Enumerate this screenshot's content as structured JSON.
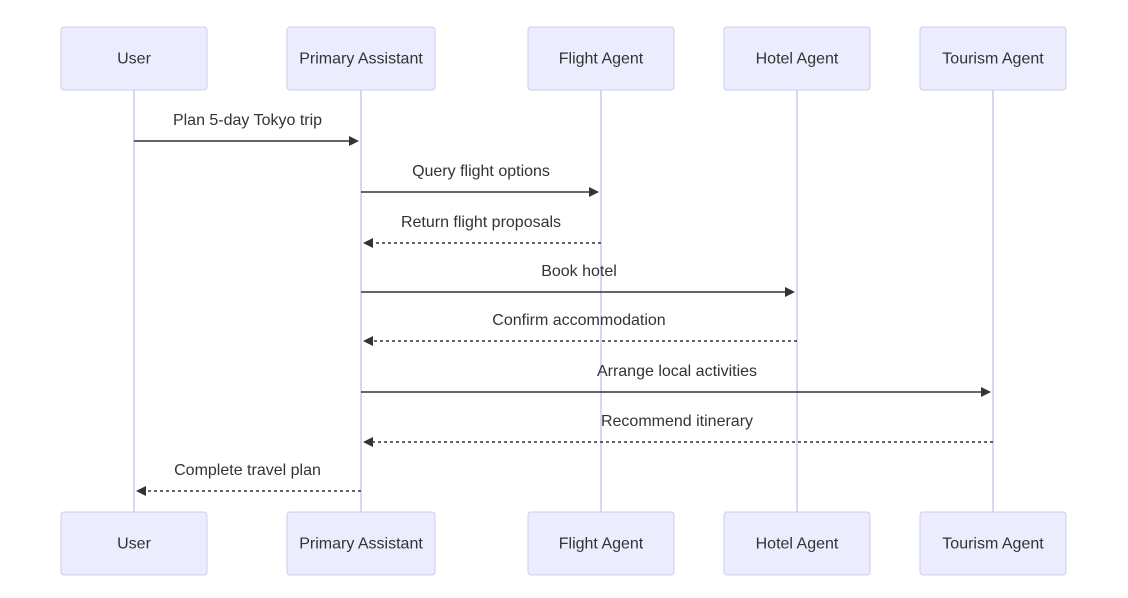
{
  "diagram": {
    "type": "sequence",
    "participants": [
      {
        "id": "user",
        "label": "User"
      },
      {
        "id": "primary",
        "label": "Primary Assistant"
      },
      {
        "id": "flight",
        "label": "Flight Agent"
      },
      {
        "id": "hotel",
        "label": "Hotel Agent"
      },
      {
        "id": "tourism",
        "label": "Tourism Agent"
      }
    ],
    "messages": [
      {
        "from": "user",
        "to": "primary",
        "label": "Plan 5-day Tokyo trip",
        "style": "solid"
      },
      {
        "from": "primary",
        "to": "flight",
        "label": "Query flight options",
        "style": "solid"
      },
      {
        "from": "flight",
        "to": "primary",
        "label": "Return flight proposals",
        "style": "dashed"
      },
      {
        "from": "primary",
        "to": "hotel",
        "label": "Book hotel",
        "style": "solid"
      },
      {
        "from": "hotel",
        "to": "primary",
        "label": "Confirm accommodation",
        "style": "dashed"
      },
      {
        "from": "primary",
        "to": "tourism",
        "label": "Arrange local activities",
        "style": "solid"
      },
      {
        "from": "tourism",
        "to": "primary",
        "label": "Recommend itinerary",
        "style": "dashed"
      },
      {
        "from": "primary",
        "to": "user",
        "label": "Complete travel plan",
        "style": "dashed"
      }
    ]
  }
}
